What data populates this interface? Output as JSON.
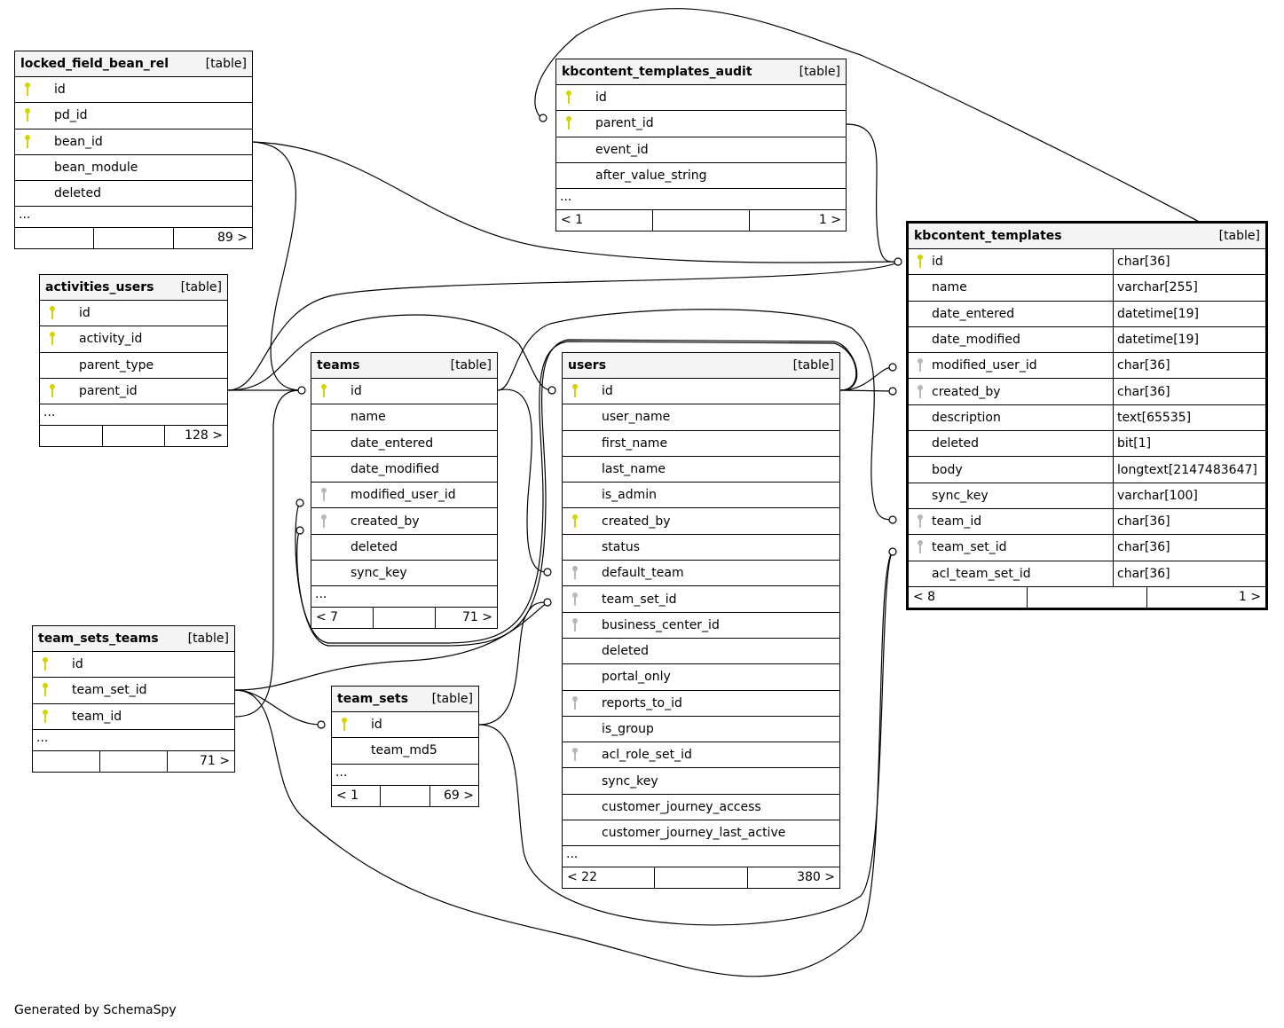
{
  "footer_text": "Generated by SchemaSpy",
  "tables": [
    {
      "name": "locked_field_bean_rel",
      "kind": "[table]",
      "rows": [
        {
          "col": "id",
          "key": "pk"
        },
        {
          "col": "pd_id",
          "key": "pk"
        },
        {
          "col": "bean_id",
          "key": "pk"
        },
        {
          "col": "bean_module",
          "key": ""
        },
        {
          "col": "deleted",
          "key": ""
        }
      ],
      "more": "...",
      "footer": [
        "",
        "",
        "89 >"
      ]
    },
    {
      "name": "activities_users",
      "kind": "[table]",
      "rows": [
        {
          "col": "id",
          "key": "pk"
        },
        {
          "col": "activity_id",
          "key": "pk"
        },
        {
          "col": "parent_type",
          "key": ""
        },
        {
          "col": "parent_id",
          "key": "pk"
        }
      ],
      "more": "...",
      "footer": [
        "",
        "",
        "128 >"
      ]
    },
    {
      "name": "teams",
      "kind": "[table]",
      "rows": [
        {
          "col": "id",
          "key": "pk"
        },
        {
          "col": "name",
          "key": ""
        },
        {
          "col": "date_entered",
          "key": ""
        },
        {
          "col": "date_modified",
          "key": ""
        },
        {
          "col": "modified_user_id",
          "key": "fk"
        },
        {
          "col": "created_by",
          "key": "fk"
        },
        {
          "col": "deleted",
          "key": ""
        },
        {
          "col": "sync_key",
          "key": ""
        }
      ],
      "more": "...",
      "footer": [
        "< 7",
        "",
        "71 >"
      ]
    },
    {
      "name": "users",
      "kind": "[table]",
      "rows": [
        {
          "col": "id",
          "key": "pk"
        },
        {
          "col": "user_name",
          "key": ""
        },
        {
          "col": "first_name",
          "key": ""
        },
        {
          "col": "last_name",
          "key": ""
        },
        {
          "col": "is_admin",
          "key": ""
        },
        {
          "col": "created_by",
          "key": "pk"
        },
        {
          "col": "status",
          "key": ""
        },
        {
          "col": "default_team",
          "key": "fk"
        },
        {
          "col": "team_set_id",
          "key": "fk"
        },
        {
          "col": "business_center_id",
          "key": "fk"
        },
        {
          "col": "deleted",
          "key": ""
        },
        {
          "col": "portal_only",
          "key": ""
        },
        {
          "col": "reports_to_id",
          "key": "fk"
        },
        {
          "col": "is_group",
          "key": ""
        },
        {
          "col": "acl_role_set_id",
          "key": "fk"
        },
        {
          "col": "sync_key",
          "key": ""
        },
        {
          "col": "customer_journey_access",
          "key": ""
        },
        {
          "col": "customer_journey_last_active",
          "key": ""
        }
      ],
      "more": "...",
      "footer": [
        "< 22",
        "",
        "380 >"
      ]
    },
    {
      "name": "kbcontent_templates_audit",
      "kind": "[table]",
      "rows": [
        {
          "col": "id",
          "key": "pk"
        },
        {
          "col": "parent_id",
          "key": "pk"
        },
        {
          "col": "event_id",
          "key": ""
        },
        {
          "col": "after_value_string",
          "key": ""
        }
      ],
      "more": "...",
      "footer": [
        "< 1",
        "",
        "1 >"
      ]
    },
    {
      "name": "kbcontent_templates",
      "kind": "[table]",
      "rows": [
        {
          "col": "id",
          "key": "pk",
          "type": "char[36]"
        },
        {
          "col": "name",
          "key": "",
          "type": "varchar[255]"
        },
        {
          "col": "date_entered",
          "key": "",
          "type": "datetime[19]"
        },
        {
          "col": "date_modified",
          "key": "",
          "type": "datetime[19]"
        },
        {
          "col": "modified_user_id",
          "key": "fk",
          "type": "char[36]"
        },
        {
          "col": "created_by",
          "key": "fk",
          "type": "char[36]"
        },
        {
          "col": "description",
          "key": "",
          "type": "text[65535]"
        },
        {
          "col": "deleted",
          "key": "",
          "type": "bit[1]"
        },
        {
          "col": "body",
          "key": "",
          "type": "longtext[2147483647]"
        },
        {
          "col": "sync_key",
          "key": "",
          "type": "varchar[100]"
        },
        {
          "col": "team_id",
          "key": "fk",
          "type": "char[36]"
        },
        {
          "col": "team_set_id",
          "key": "fk",
          "type": "char[36]"
        },
        {
          "col": "acl_team_set_id",
          "key": "",
          "type": "char[36]"
        }
      ],
      "footer": [
        "< 8",
        "",
        "1 >"
      ]
    },
    {
      "name": "team_sets_teams",
      "kind": "[table]",
      "rows": [
        {
          "col": "id",
          "key": "pk"
        },
        {
          "col": "team_set_id",
          "key": "pk"
        },
        {
          "col": "team_id",
          "key": "pk"
        }
      ],
      "more": "...",
      "footer": [
        "",
        "",
        "71 >"
      ]
    },
    {
      "name": "team_sets",
      "kind": "[table]",
      "rows": [
        {
          "col": "id",
          "key": "pk"
        },
        {
          "col": "team_md5",
          "key": ""
        }
      ],
      "more": "...",
      "footer": [
        "< 1",
        "",
        "69 >"
      ]
    }
  ]
}
